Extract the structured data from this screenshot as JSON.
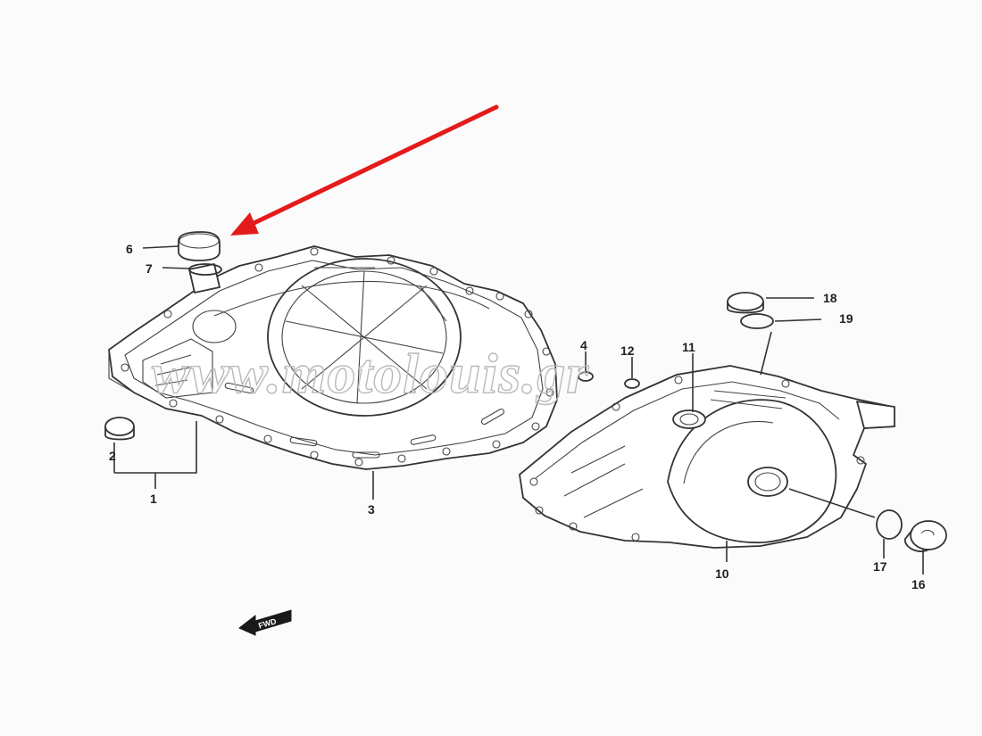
{
  "colors": {
    "arrow": "#e41b1b",
    "line": "#333333",
    "watermark": "#b9b9b9"
  },
  "watermark": "www.motolouis.gr",
  "fwd_label": "FWD",
  "callouts": [
    {
      "id": "1",
      "label": "1"
    },
    {
      "id": "2",
      "label": "2"
    },
    {
      "id": "3",
      "label": "3"
    },
    {
      "id": "4",
      "label": "4"
    },
    {
      "id": "6",
      "label": "6"
    },
    {
      "id": "7",
      "label": "7"
    },
    {
      "id": "10",
      "label": "10"
    },
    {
      "id": "11",
      "label": "11"
    },
    {
      "id": "12",
      "label": "12"
    },
    {
      "id": "16",
      "label": "16"
    },
    {
      "id": "17",
      "label": "17"
    },
    {
      "id": "18",
      "label": "18"
    },
    {
      "id": "19",
      "label": "19"
    }
  ]
}
